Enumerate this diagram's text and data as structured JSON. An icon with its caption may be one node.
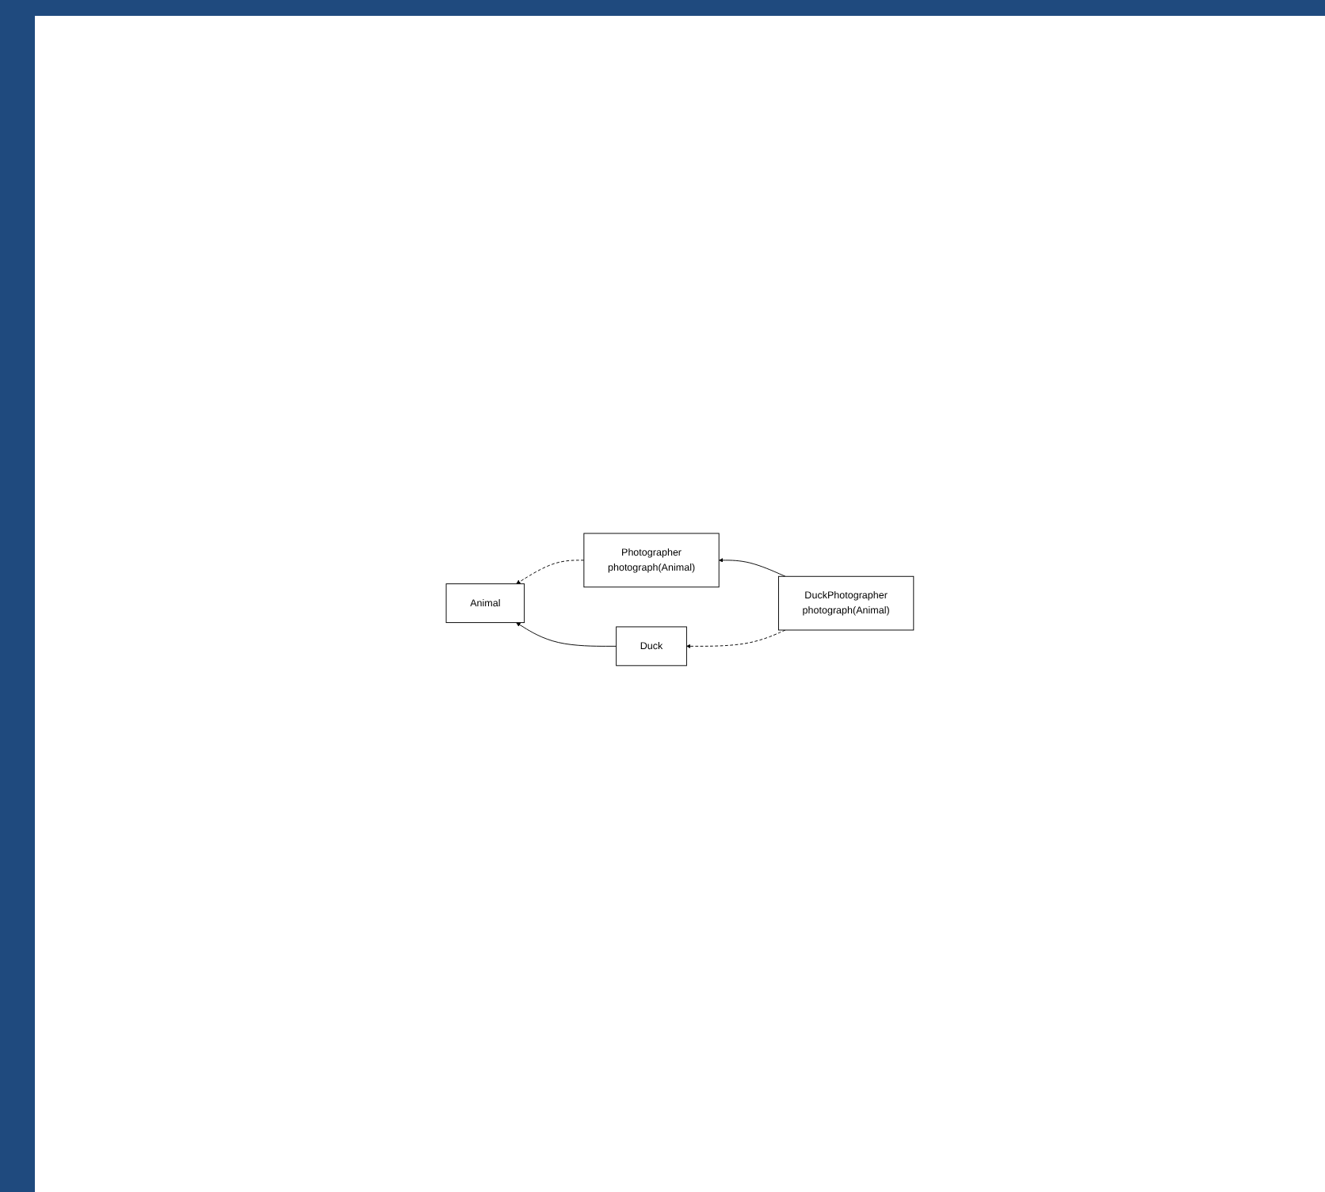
{
  "diagram": {
    "nodes": [
      {
        "text": [
          "Animal"
        ]
      },
      {
        "text": [
          "Photographer",
          "photograph(Animal)"
        ]
      },
      {
        "text": [
          "Duck"
        ]
      },
      {
        "text": [
          "DuckPhotographer",
          "photograph(Animal)"
        ]
      }
    ],
    "edges": [
      {
        "from": 1,
        "to": 0,
        "arrow": "to",
        "style": "dashed"
      },
      {
        "from": 2,
        "to": 0,
        "arrow": "to"
      },
      {
        "from": 3,
        "to": 1,
        "arrow": "to"
      },
      {
        "from": 3,
        "to": 2,
        "arrow": "to",
        "style": "dashed"
      }
    ]
  }
}
